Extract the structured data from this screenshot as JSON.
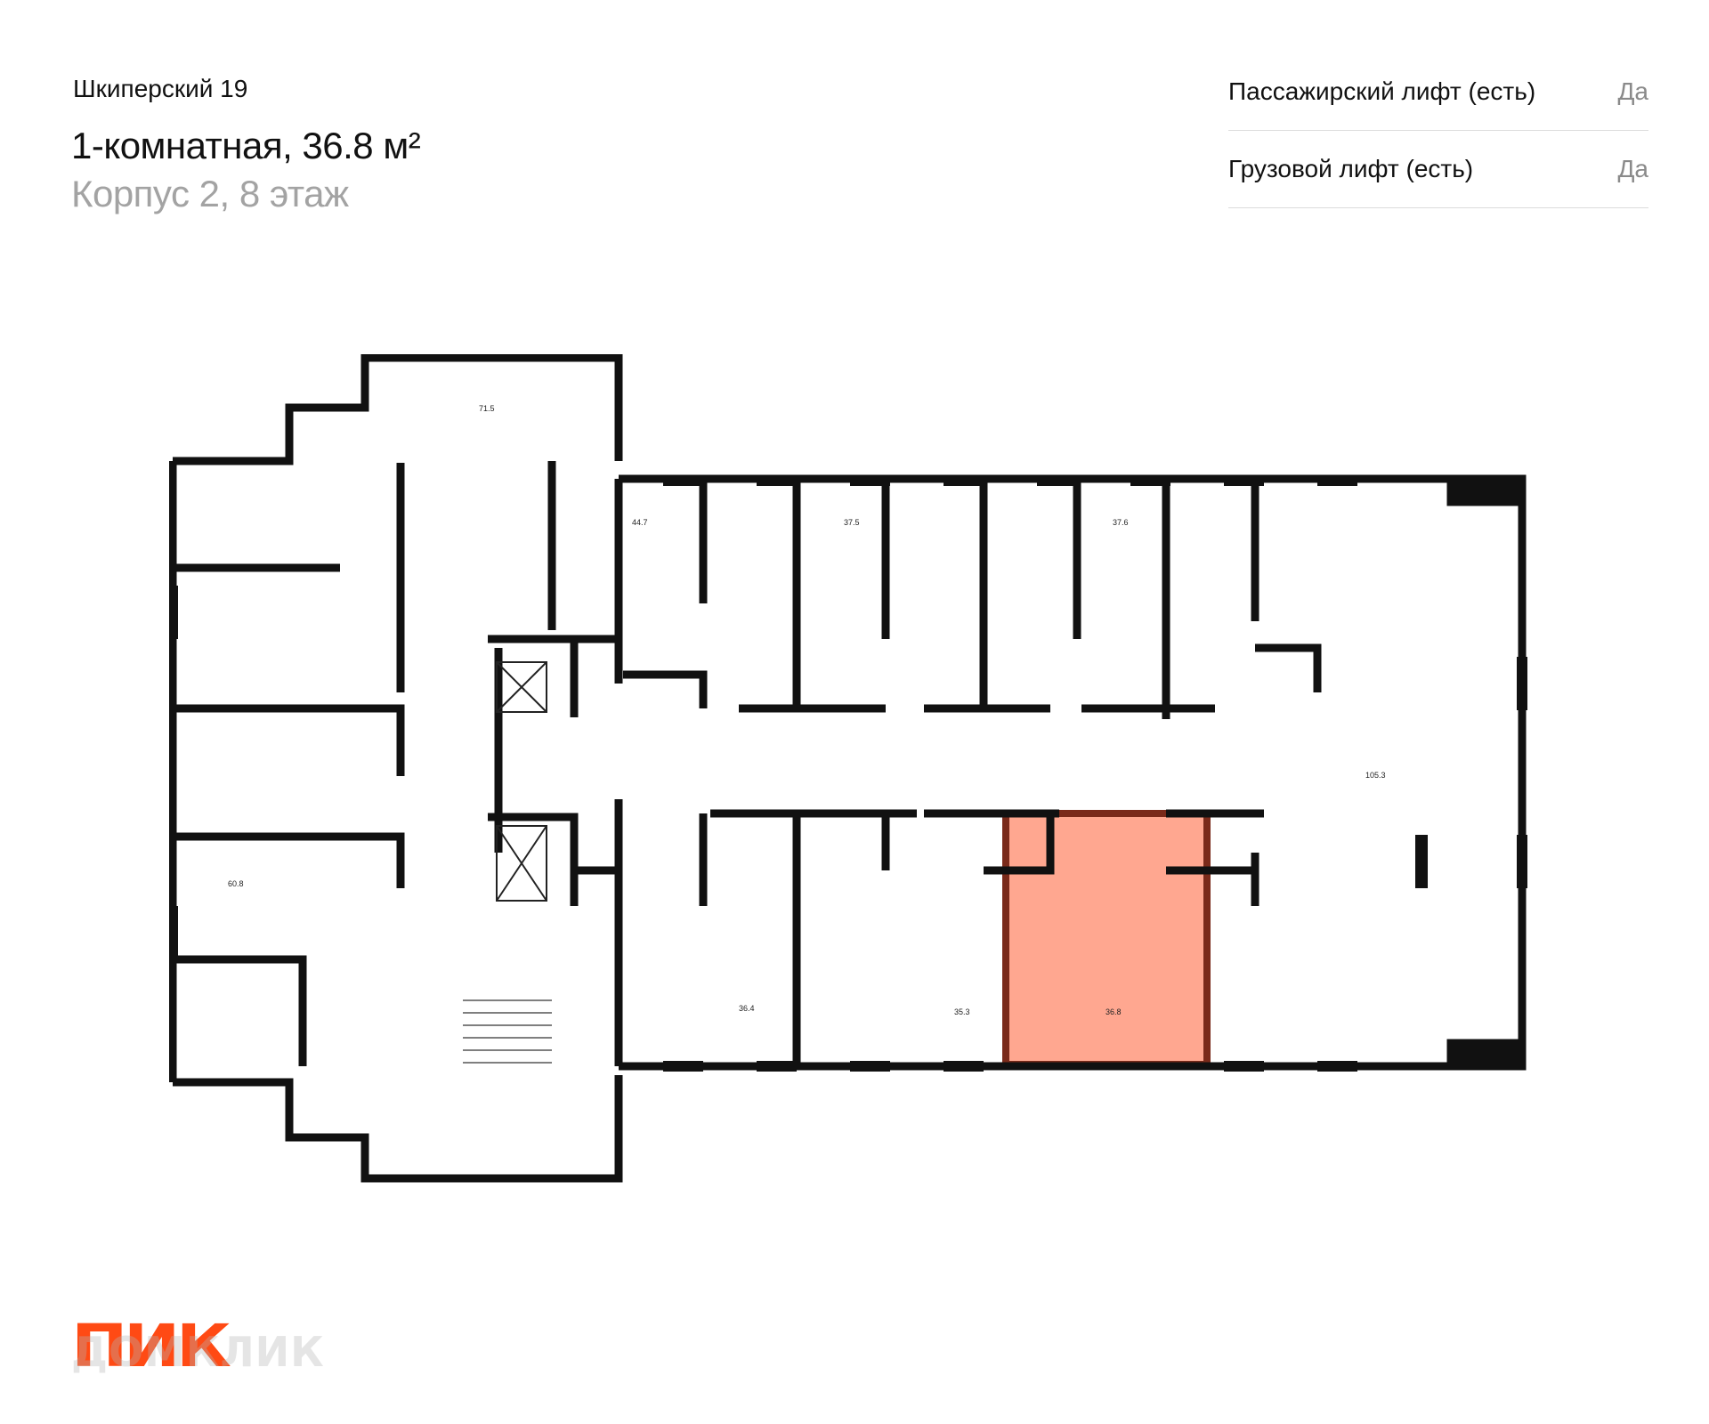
{
  "header": {
    "project": "Шкиперский 19",
    "title": "1-комнатная, 36.8 м²",
    "subtitle": "Корпус 2, 8 этаж"
  },
  "features": [
    {
      "label": "Пассажирский лифт (есть)",
      "value": "Да"
    },
    {
      "label": "Грузовой лифт (есть)",
      "value": "Да"
    }
  ],
  "plan": {
    "highlight_color": "#ff8a6b",
    "wall_color": "#111111",
    "rooms": {
      "r71_5": "71.5",
      "r44_7": "44.7",
      "r37_5": "37.5",
      "r37_6": "37.6",
      "r105_3": "105.3",
      "r60_8": "60.8",
      "r36_4": "36.4",
      "r35_3": "35.3",
      "r36_8": "36.8"
    }
  },
  "logo": {
    "brand": "ПИК",
    "watermark": "ДОМКЛИК",
    "brand_color": "#ff4a14"
  }
}
